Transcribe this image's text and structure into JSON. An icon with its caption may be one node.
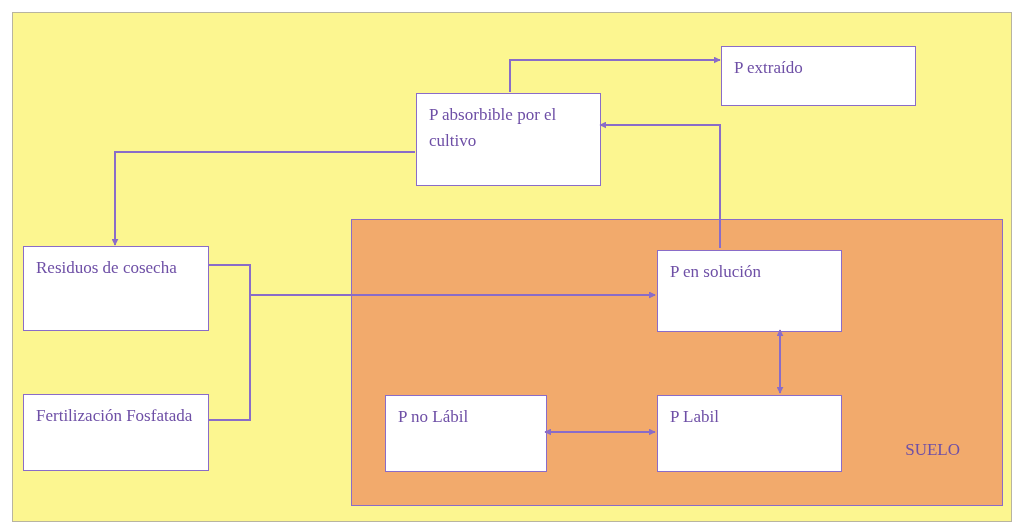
{
  "diagram": {
    "nodes": [
      {
        "text": [
          "P extraído"
        ]
      },
      {
        "text": [
          "P absorbible por el cultivo"
        ]
      },
      {
        "text": [
          "SUELO"
        ]
      },
      {
        "text": [
          "Residuos de cosecha"
        ]
      },
      {
        "text": [
          "P en solución"
        ],
        "in": 2
      },
      {
        "text": [
          "Fertilización Fosfatada"
        ]
      },
      {
        "text": [
          "P no Lábil"
        ],
        "in": 2
      },
      {
        "text": [
          "P Labil"
        ],
        "in": 2
      }
    ],
    "edges": [
      {
        "from": 1,
        "to": 0,
        "arrow": "to"
      },
      {
        "from": 1,
        "to": 3,
        "arrow": "to"
      },
      {
        "from": 4,
        "to": 1,
        "arrow": "to"
      },
      {
        "from": 3,
        "to": 4,
        "arrow": "to"
      },
      {
        "from": 5,
        "to": 4,
        "arrow": "to"
      },
      {
        "from": 4,
        "to": 7,
        "arrow": "both"
      },
      {
        "from": 6,
        "to": 7,
        "arrow": "both"
      }
    ]
  }
}
